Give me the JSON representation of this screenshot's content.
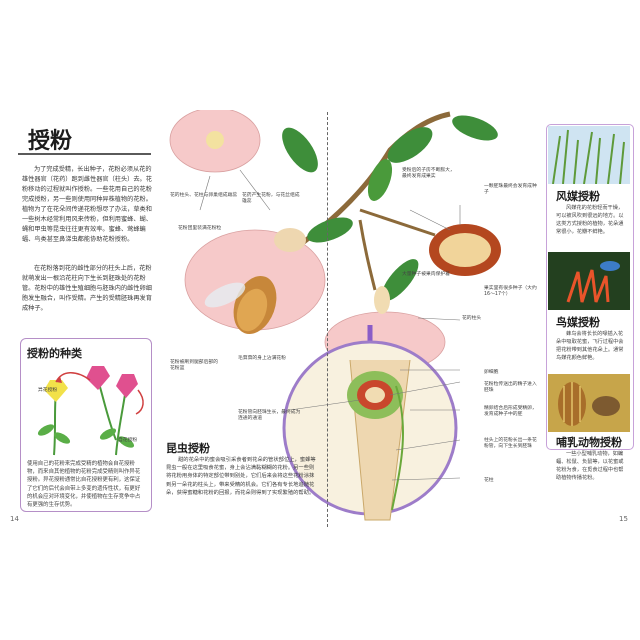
{
  "page_title": "授粉",
  "intro_paragraphs": [
    "为了完成受精，长出种子，花粉必须从花的雄性器官（花药）跑到雌性器官（柱头）去。花粉移动的过程就叫作授粉。一些花用自己的花粉完成授粉，另一些则使用同种异株植物的花粉。植物为了在花朵间传递花粉想尽了办法，草类和一些树木经常利用风来传粉，但利用蜜蜂、蝴、蝇和甲虫等昆虫往往更有效率。蜜蜂、莺蜂蝙蝠、鸟类甚至鼻涕虫都能协助花粉授粉。",
    "在花粉落到花的雌性部分的柱头上后，花粉就萌发出一根沿花柱向下生长到胚珠处的花粉管。花粉中的雄性生殖细胞与胚珠内的雌性卵细胞发生融合，叫作受精。产生的受精胚珠再发育成种子。"
  ],
  "types_box": {
    "title": "授粉的种类",
    "label_self": "异花授粉",
    "label_cross": "自花授粉",
    "text": "使用自己的花粉来完成受精的植物会自花授粉物，而来自其他植物的花粉完成受精则叫作异花授粉。异花授粉通常比自花授粉更有利，这保证了它们的后代会自带上多变的遗传性状，有更好的机会应对环境变化，并使植物在生存竞争中占有更强的生存优势。"
  },
  "insect_section": {
    "title": "昆虫授粉",
    "text": "甜的花朵中的蜜会吸引采食者到花朵的管状部位上，蜜蜂等昆虫一般在这里吸食花蜜，身上会沾满黏糊糊的花粉。另一些则将花粉用身体的特定部位带到别处，它们后来会将这些花粉涂抹到另一朵花的柱头上，带来受精的机会。它们各有专长地追随花朵，获得蜜糖和花粉的回报，而花朵则得到了实现繁殖的帮助。"
  },
  "diagram_labels": {
    "label_stigma_style": "花的柱头、花柱与卵巢组成雌蕊",
    "label_stamen": "花药产生花粉，与花丝组成雄蕊",
    "label_pollen_sac": "花粉团里装满花粉粒",
    "label_bee_legs": "花粉被刷到腿部后部的花粉篮",
    "label_bee_hair": "毛茸茸的身上沾满花粉",
    "label_ovary_top": "受粉后的子房不断膨大，最终发育成果实",
    "label_seed": "一颗胚珠最终会发育成种子",
    "label_fruit_wall": "大量种子被果肉保护着",
    "label_fruit_note": "果实里有很多种子（大约16～17个）",
    "label_stigma": "花的柱头",
    "label_pollen_tube": "花粉管在花柱中生长",
    "label_egg": "卵细胞",
    "label_sperm": "花粉粒传送出的精子进入胚珠",
    "label_zygote": "精卵结合后形成受精卵，发育成种子中的胚",
    "label_ovule": "柱头上的花粉长出一条花粉管，向下生长到胚珠",
    "label_style": "花柱",
    "label_bottom_left": "花粉管向胚珠生长，最终成为连通的通道"
  },
  "sidebar": [
    {
      "title": "风媒授粉",
      "text": "风媒花的花粉轻而干燥，可以被风吹到很远的地方。以这类方式授粉的植物，花朵通常很小，花瓣不鲜艳。"
    },
    {
      "title": "鸟媒授粉",
      "text": "蜂鸟会将长长的喙插入花朵中吸取花蜜，飞行过程中会把花粉带到其他花朵上。通常鸟媒花颜色鲜艳。"
    },
    {
      "title": "哺乳动物授粉",
      "text": "一些小型哺乳动物，如蝙蝠、松鼠、负鼠等，以花蜜或花粉为食，在觅食过程中也帮助植物传播花粉。"
    }
  ],
  "page_numbers": {
    "left": "14",
    "right": "15"
  },
  "colors": {
    "accent_purple": "#b58fc7",
    "petal_pink": "#f6c9c9",
    "leaf_green": "#3e8e3a"
  }
}
